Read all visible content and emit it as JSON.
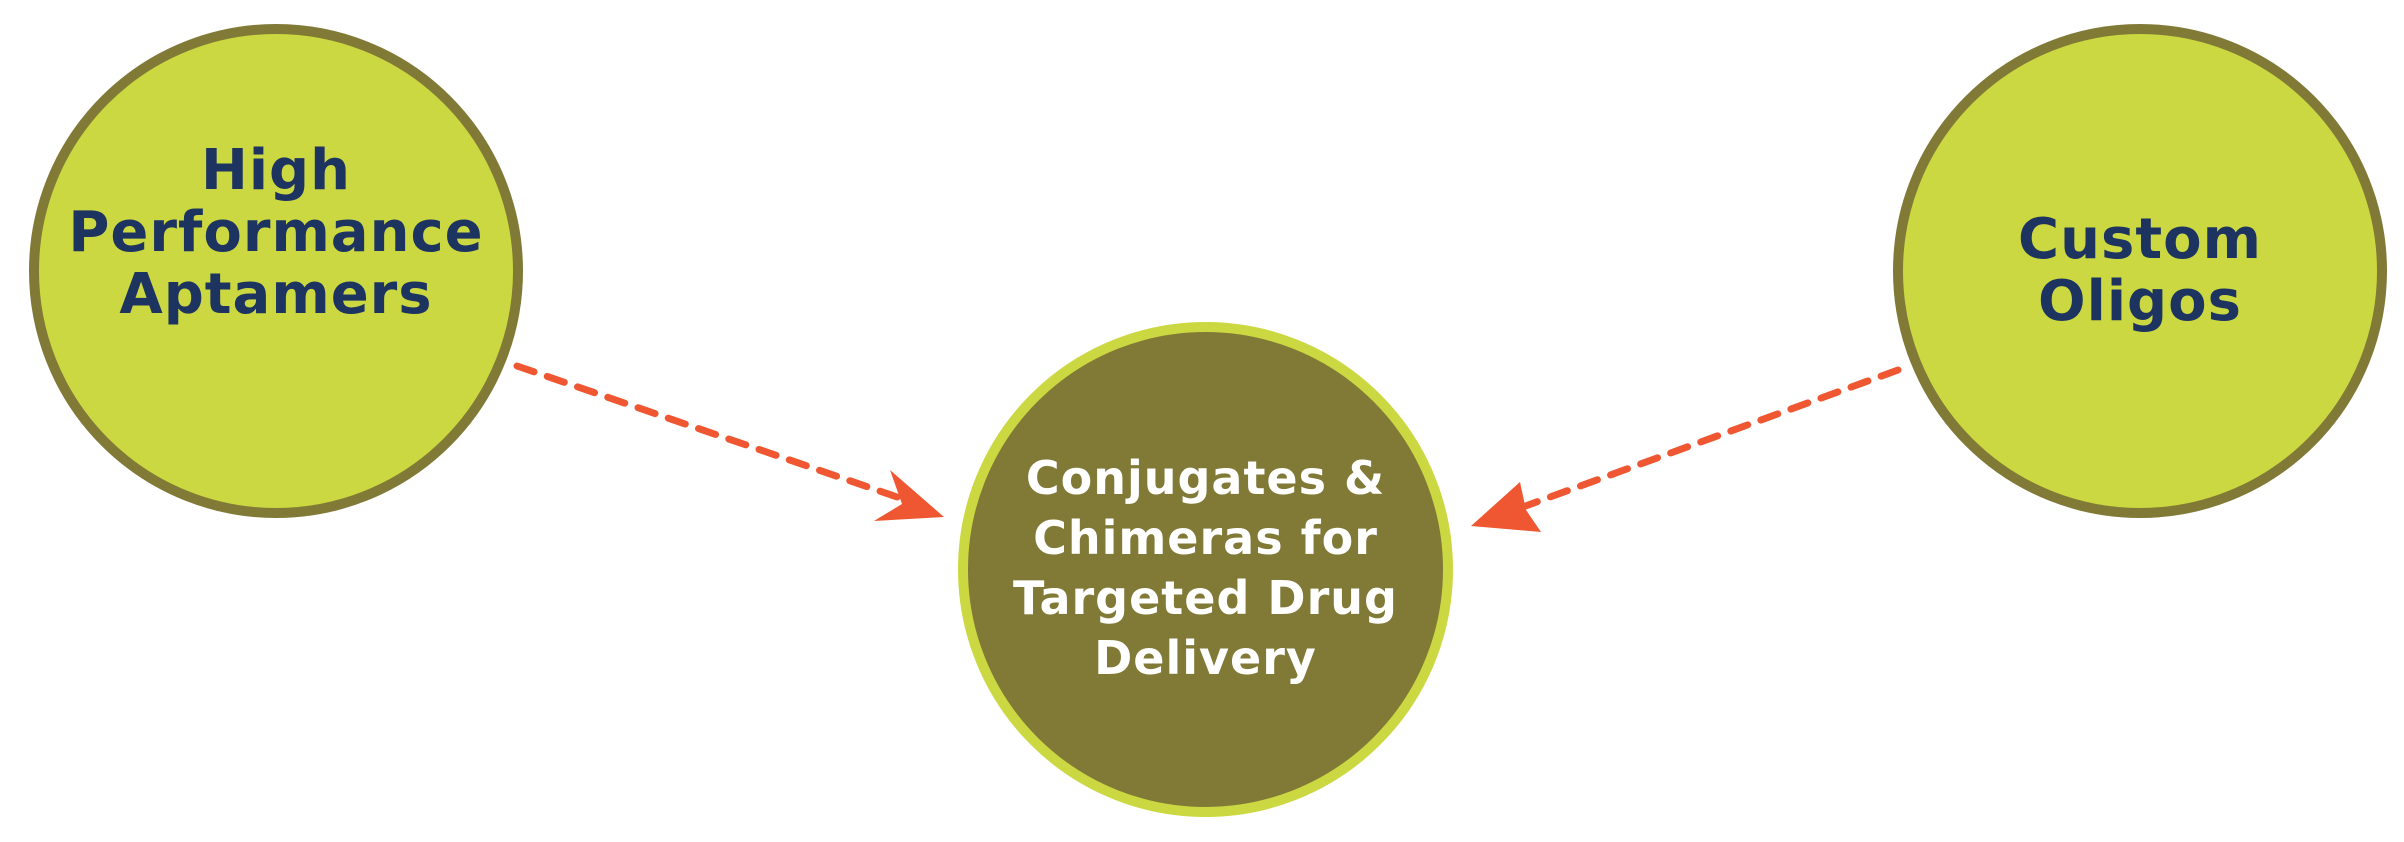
{
  "colors": {
    "outer_fill": "#cbd841",
    "outer_border": "#817a37",
    "outer_text": "#1d3461",
    "center_fill": "#817a37",
    "center_border": "#cbd841",
    "center_text": "#ffffff",
    "arrow": "#ee5732"
  },
  "nodes": {
    "aptamers": {
      "label": "High\nPerformance\nAptamers"
    },
    "oligos": {
      "label": "Custom\nOligos"
    },
    "conjugates": {
      "label": "Conjugates &\nChimeras for\nTargeted Drug\nDelivery"
    }
  },
  "connectors": [
    {
      "from": "aptamers",
      "to": "conjugates",
      "style": "dashed-arrow"
    },
    {
      "from": "oligos",
      "to": "conjugates",
      "style": "dashed-arrow"
    }
  ]
}
